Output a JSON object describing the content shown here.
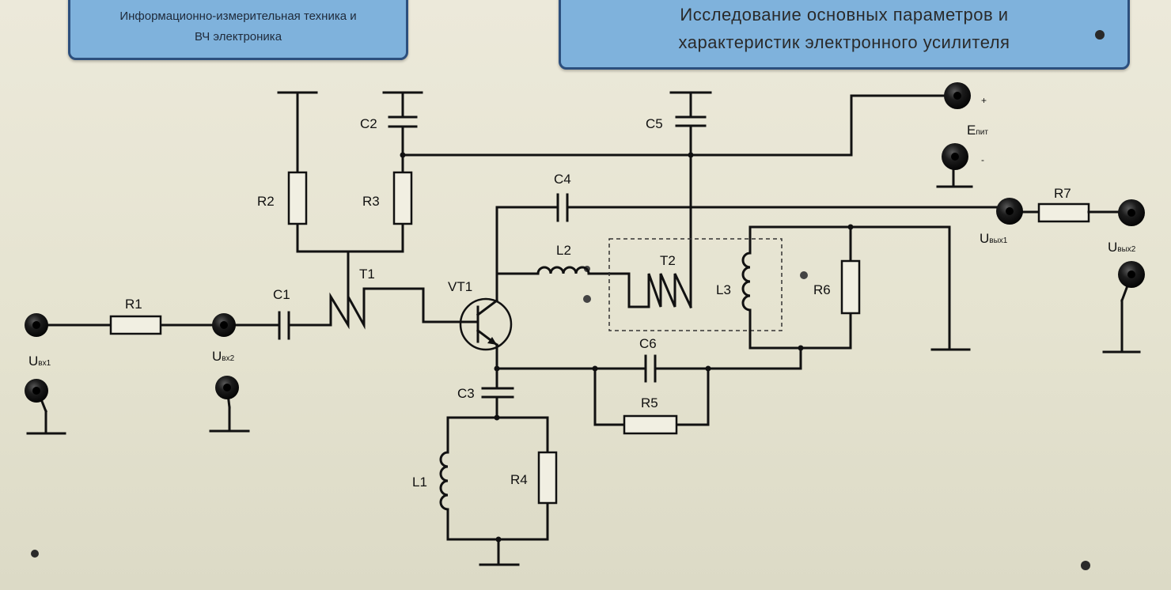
{
  "plates": {
    "left_line1": "Информационно-измерительная техника и",
    "left_line2": "ВЧ электроника",
    "right_line1": "Исследование основных параметров и",
    "right_line2": "характеристик электронного усилителя"
  },
  "components": {
    "R1": "R1",
    "R2": "R2",
    "R3": "R3",
    "R4": "R4",
    "R5": "R5",
    "R6": "R6",
    "R7": "R7",
    "C1": "C1",
    "C2": "C2",
    "C3": "C3",
    "C4": "C4",
    "C5": "C5",
    "C6": "C6",
    "L1": "L1",
    "L2": "L2",
    "L3": "L3",
    "T1": "T1",
    "T2": "T2",
    "VT1": "VT1"
  },
  "terminals": {
    "uvx1_main": "U",
    "uvx1_sub": "вх1",
    "uvx2_main": "U",
    "uvx2_sub": "вх2",
    "uvyx1_main": "U",
    "uvyx1_sub": "вых1",
    "uvyx2_main": "U",
    "uvyx2_sub": "вых2",
    "epit_main": "E",
    "epit_sub": "пит",
    "plus": "+",
    "minus": "-"
  },
  "colors": {
    "panel": "#e7e5d3",
    "plate": "#7fb2dc",
    "plate_border": "#2c4f7d",
    "wire": "#111111",
    "jack": "#141414"
  }
}
